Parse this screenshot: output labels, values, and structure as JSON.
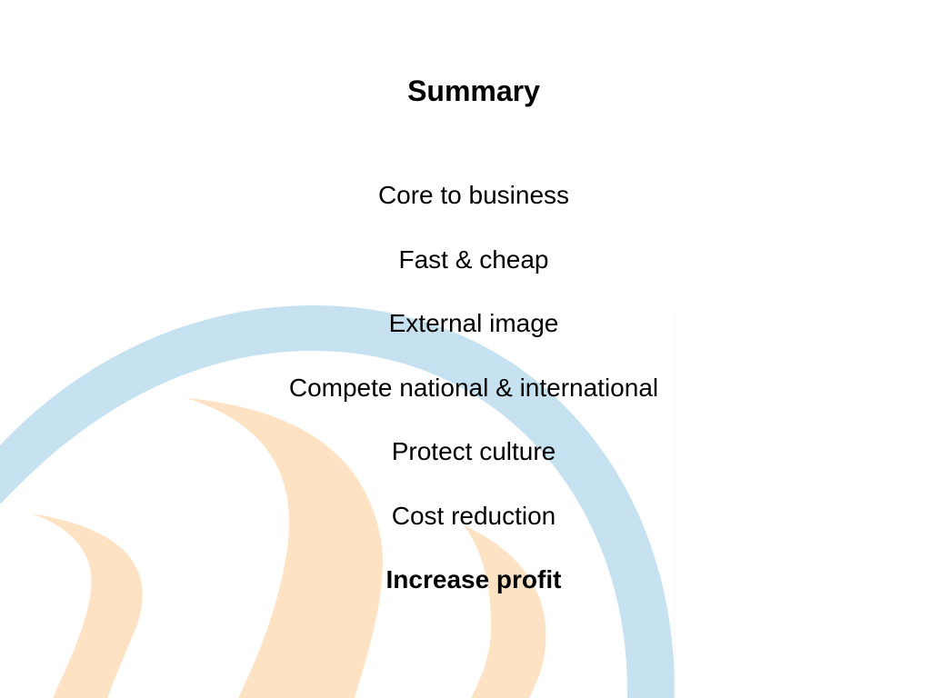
{
  "slide": {
    "title": "Summary",
    "items": [
      {
        "text": "Core to business",
        "bold": false
      },
      {
        "text": "Fast & cheap",
        "bold": false
      },
      {
        "text": "External image",
        "bold": false
      },
      {
        "text": "Compete national & international",
        "bold": false
      },
      {
        "text": "Protect culture",
        "bold": false
      },
      {
        "text": "Cost reduction",
        "bold": false
      },
      {
        "text": "Increase profit",
        "bold": true
      }
    ]
  },
  "colors": {
    "background": "#ffffff",
    "arc_blue": "#c6e2f1",
    "wave_orange": "#fde3c4",
    "text": "#000000"
  }
}
